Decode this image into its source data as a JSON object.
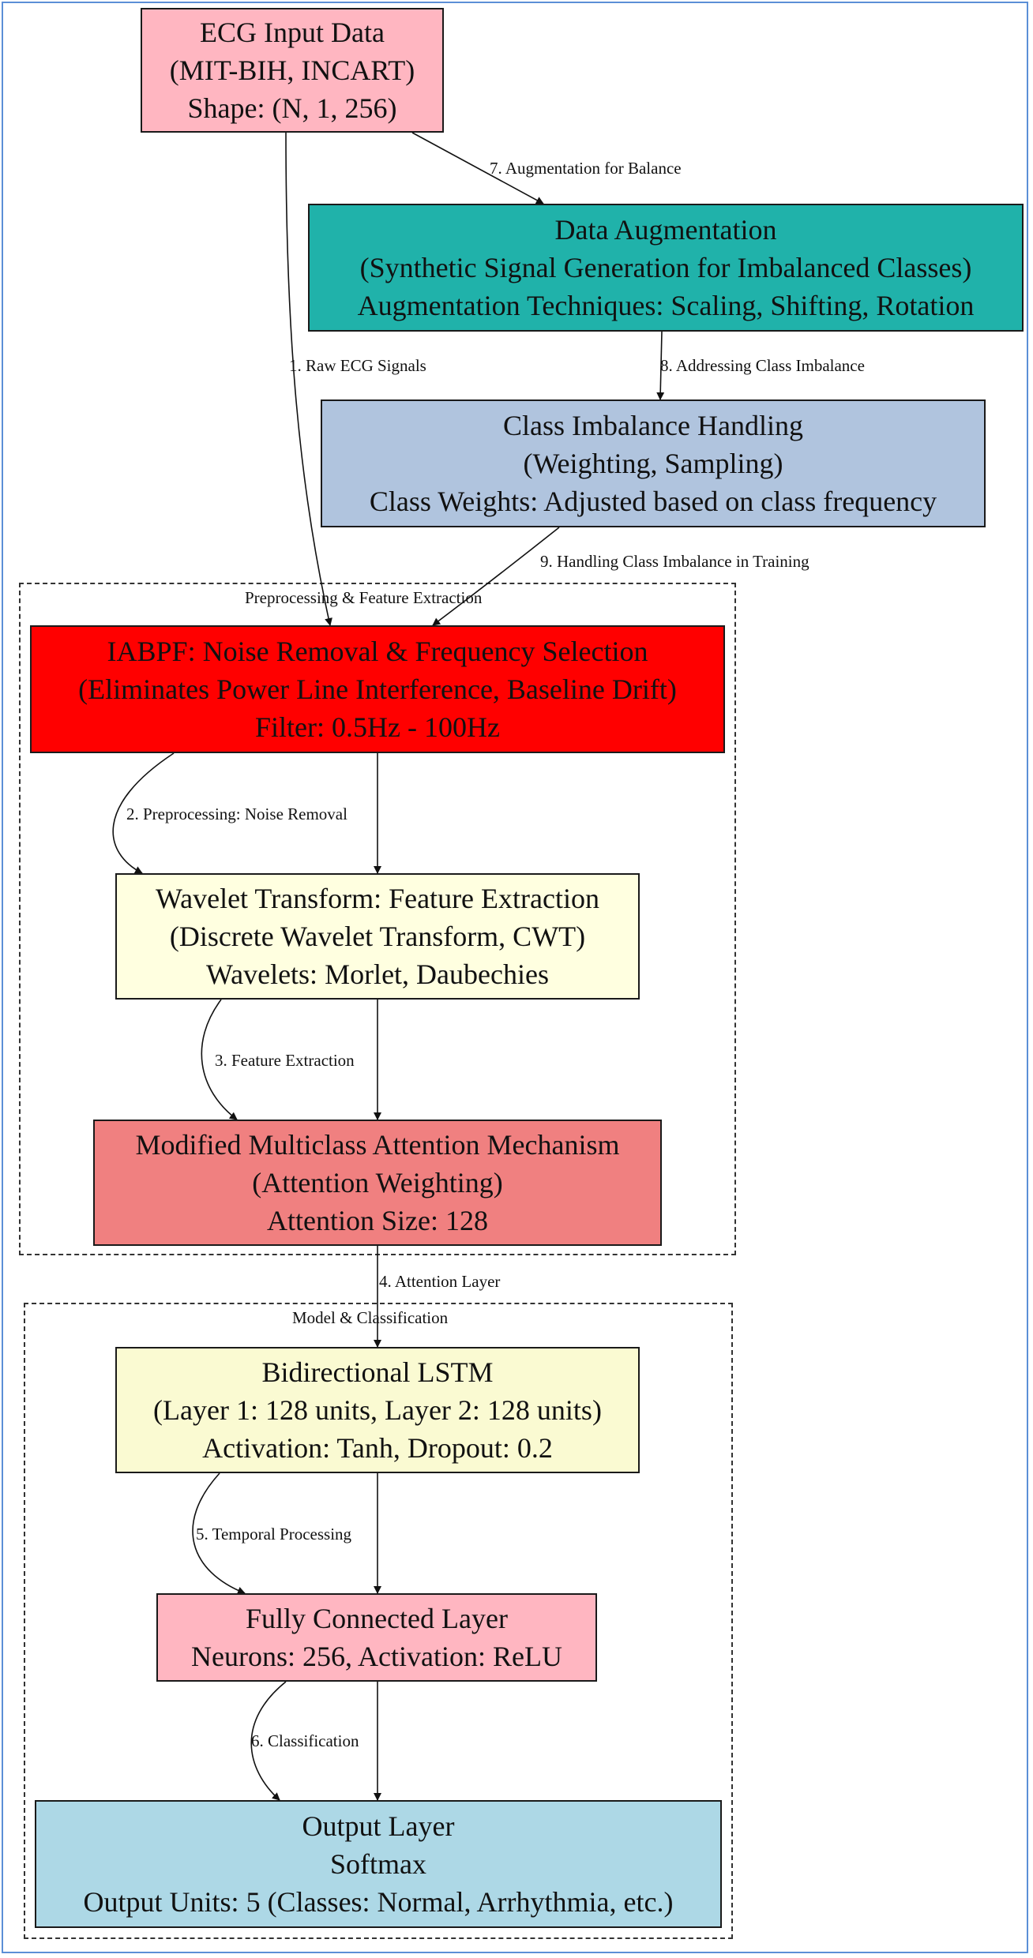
{
  "colors": {
    "ecg": "#ffb6c1",
    "augment": "#20b2aa",
    "imbalance": "#b0c4de",
    "iabpf": "#ff0000",
    "wavelet": "#ffffe0",
    "attention": "#f08080",
    "lstm": "#fafad2",
    "fc": "#ffb6c1",
    "output": "#add8e6",
    "frame": "#5b8fd6"
  },
  "nodes": {
    "ecg": [
      "ECG Input Data",
      "(MIT-BIH, INCART)",
      "Shape: (N, 1, 256)"
    ],
    "augment": [
      "Data Augmentation",
      "(Synthetic Signal Generation for Imbalanced Classes)",
      "Augmentation Techniques: Scaling, Shifting, Rotation"
    ],
    "imbalance": [
      "Class Imbalance Handling",
      "(Weighting, Sampling)",
      "Class Weights: Adjusted based on class frequency"
    ],
    "iabpf": [
      "IABPF: Noise Removal & Frequency Selection",
      "(Eliminates Power Line Interference, Baseline Drift)",
      "Filter: 0.5Hz - 100Hz"
    ],
    "wavelet": [
      "Wavelet Transform: Feature Extraction",
      "(Discrete Wavelet Transform, CWT)",
      "Wavelets: Morlet, Daubechies"
    ],
    "attention": [
      "Modified Multiclass Attention Mechanism",
      "(Attention Weighting)",
      "Attention Size: 128"
    ],
    "lstm": [
      "Bidirectional LSTM",
      "(Layer 1: 128 units, Layer 2: 128 units)",
      "Activation: Tanh, Dropout: 0.2"
    ],
    "fc": [
      "Fully Connected Layer",
      "Neurons: 256, Activation: ReLU"
    ],
    "output": [
      "Output Layer",
      "Softmax",
      "Output Units: 5 (Classes: Normal, Arrhythmia, etc.)"
    ]
  },
  "clusters": {
    "preprocessing": "Preprocessing & Feature Extraction",
    "model": "Model & Classification"
  },
  "edges": [
    {
      "id": "edge-raw-ecg",
      "label": "1. Raw ECG Signals"
    },
    {
      "id": "edge-preprocessing",
      "label": "2. Preprocessing: Noise Removal"
    },
    {
      "id": "edge-feature-extraction",
      "label": "3. Feature Extraction"
    },
    {
      "id": "edge-attention-layer",
      "label": "4. Attention Layer"
    },
    {
      "id": "edge-temporal-processing",
      "label": "5. Temporal Processing"
    },
    {
      "id": "edge-classification",
      "label": "6. Classification"
    },
    {
      "id": "edge-augmentation-balance",
      "label": "7. Augmentation for Balance"
    },
    {
      "id": "edge-addressing-imbalance",
      "label": "8. Addressing Class Imbalance"
    },
    {
      "id": "edge-imbalance-training",
      "label": "9. Handling Class Imbalance in Training"
    }
  ]
}
